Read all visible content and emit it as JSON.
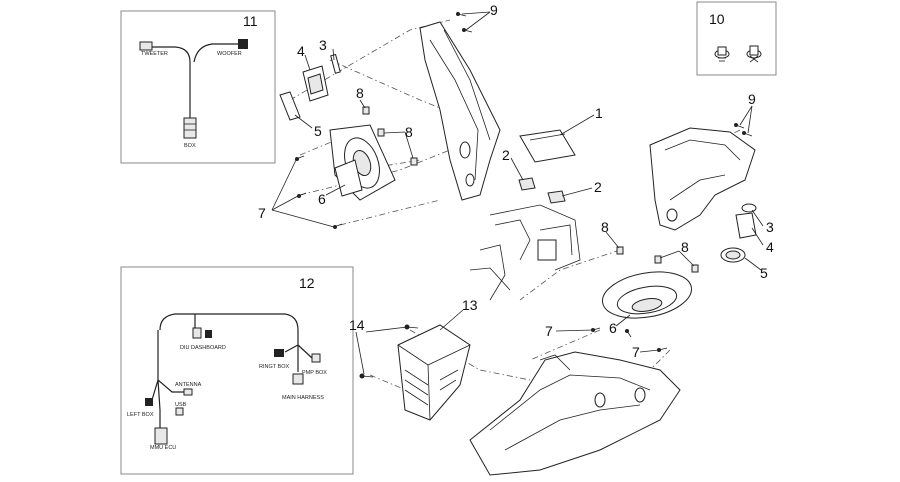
{
  "callouts": {
    "c1": "1",
    "c2a": "2",
    "c2b": "2",
    "c3a": "3",
    "c3b": "3",
    "c4a": "4",
    "c4b": "4",
    "c5a": "5",
    "c5b": "5",
    "c6a": "6",
    "c6b": "6",
    "c7a": "7",
    "c7b": "7",
    "c7c": "7",
    "c8a": "8",
    "c8b": "8",
    "c8c": "8",
    "c8d": "8",
    "c9a": "9",
    "c9b": "9",
    "c10": "10",
    "c11": "11",
    "c12": "12",
    "c13": "13",
    "c14": "14"
  },
  "inset11": {
    "tweeter": "TWEETER",
    "woofer": "WOOFER",
    "box": "BOX"
  },
  "inset12": {
    "diu": "DIU DASHBOARD",
    "ringt": "RINGT BOX",
    "pmp": "PMP BOX",
    "main": "MAIN HARNESS",
    "antenna": "ANTENNA",
    "usb": "USB",
    "left": "LEFT BOX",
    "mmu": "MMU ECU"
  }
}
